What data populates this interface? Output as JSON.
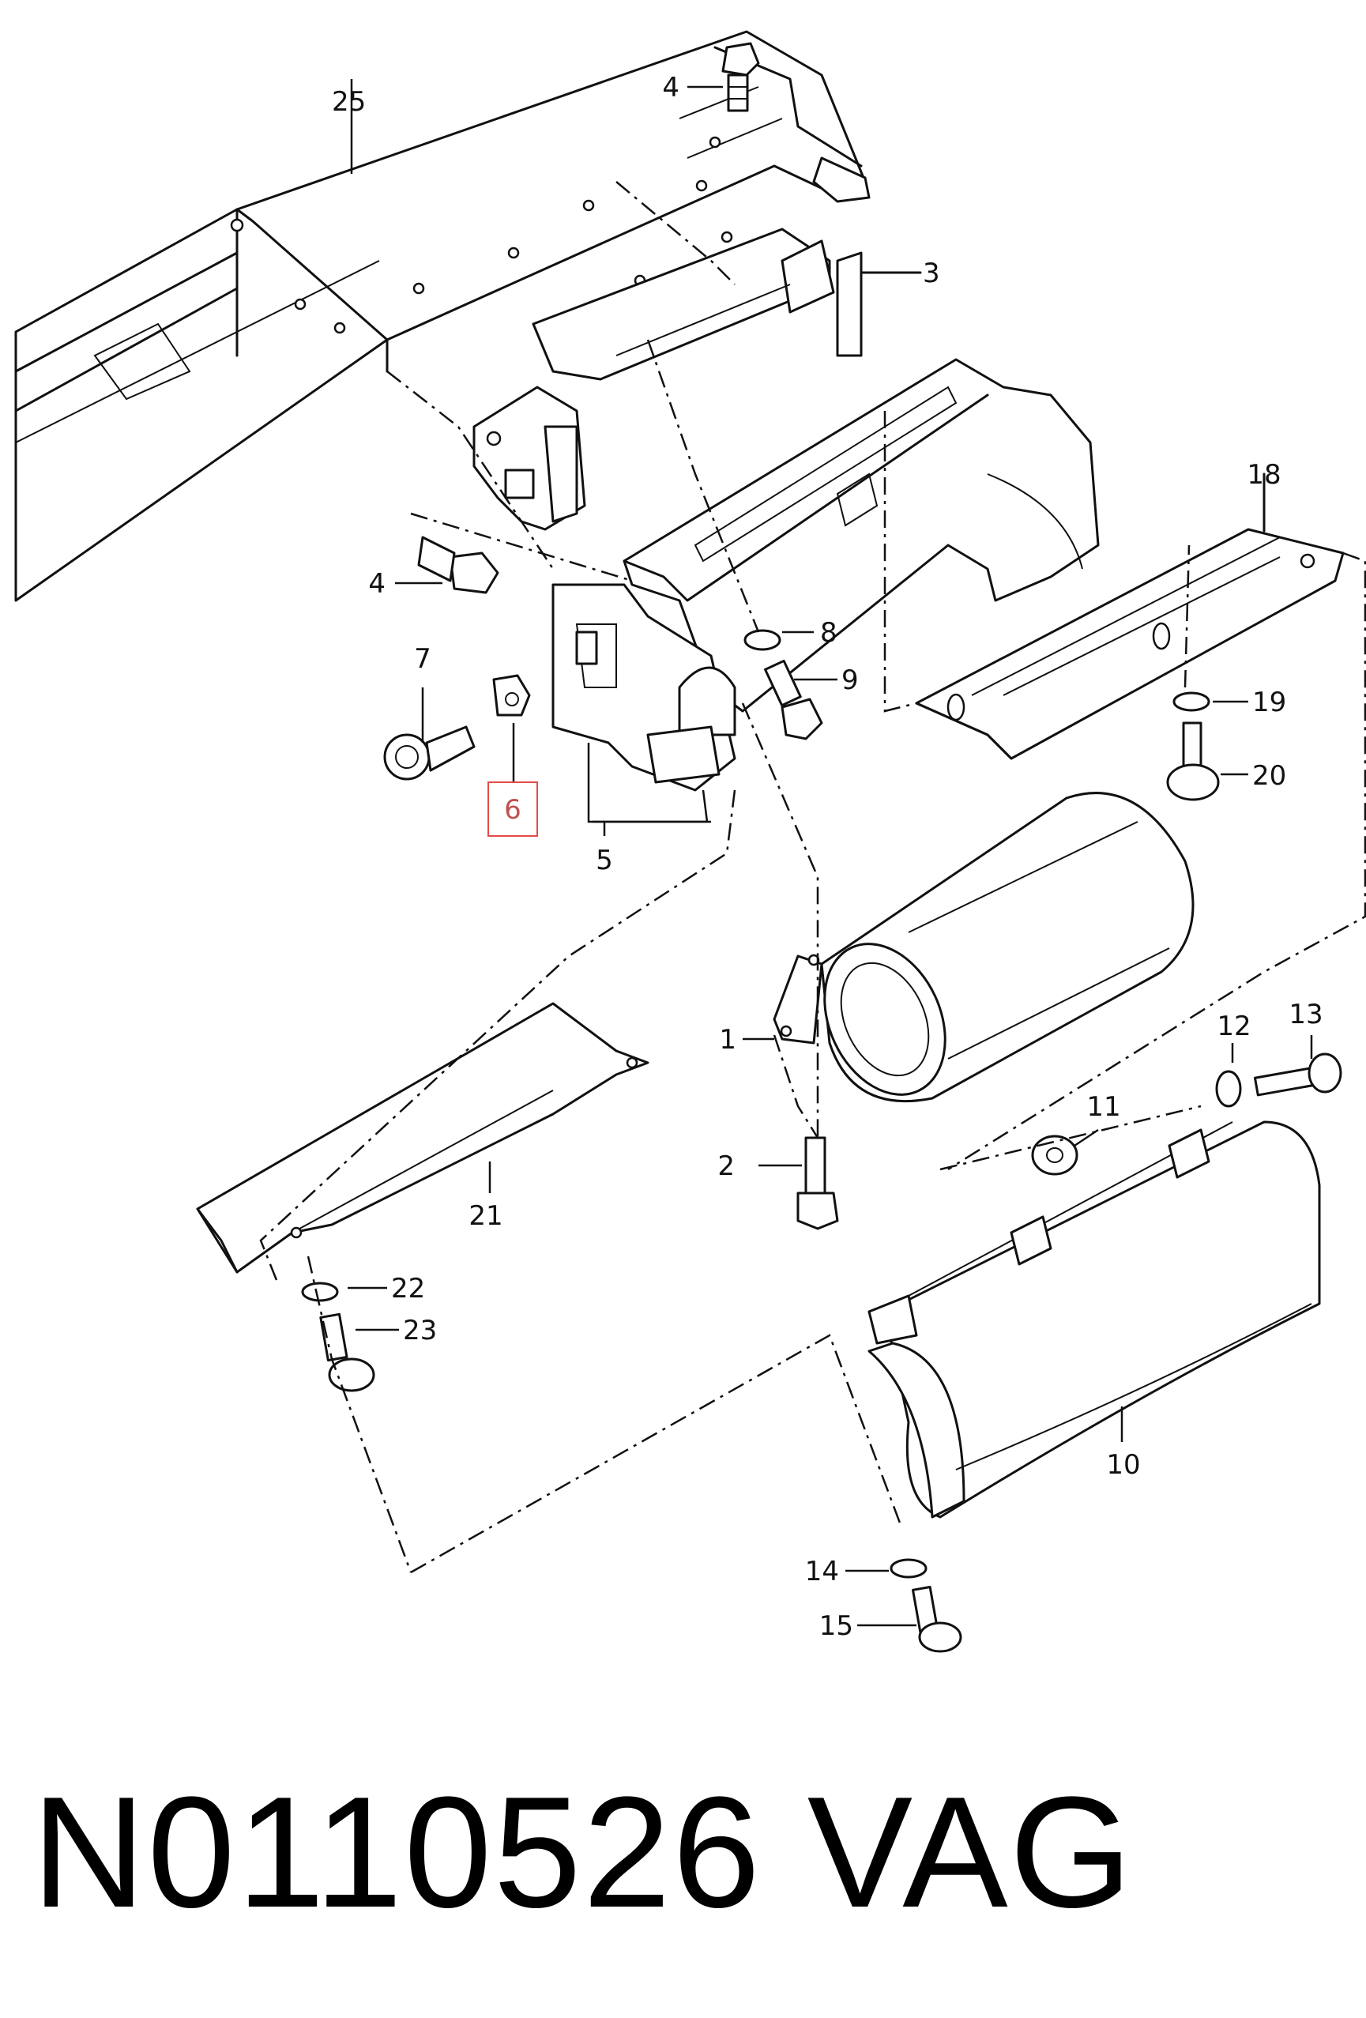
{
  "callouts": {
    "c1": "1",
    "c2": "2",
    "c3": "3",
    "c4a": "4",
    "c4b": "4",
    "c5": "5",
    "c6": "6",
    "c7": "7",
    "c8": "8",
    "c9": "9",
    "c10": "10",
    "c11": "11",
    "c12": "12",
    "c13": "13",
    "c14": "14",
    "c15": "15",
    "c18": "18",
    "c19": "19",
    "c20": "20",
    "c21": "21",
    "c22": "22",
    "c23": "23",
    "c25": "25"
  },
  "highlighted_callout": "6",
  "footer": {
    "part_number": "N0110526   VAG"
  },
  "colors": {
    "line": "#111111",
    "highlight": "#e64a4a",
    "background": "#ffffff"
  }
}
